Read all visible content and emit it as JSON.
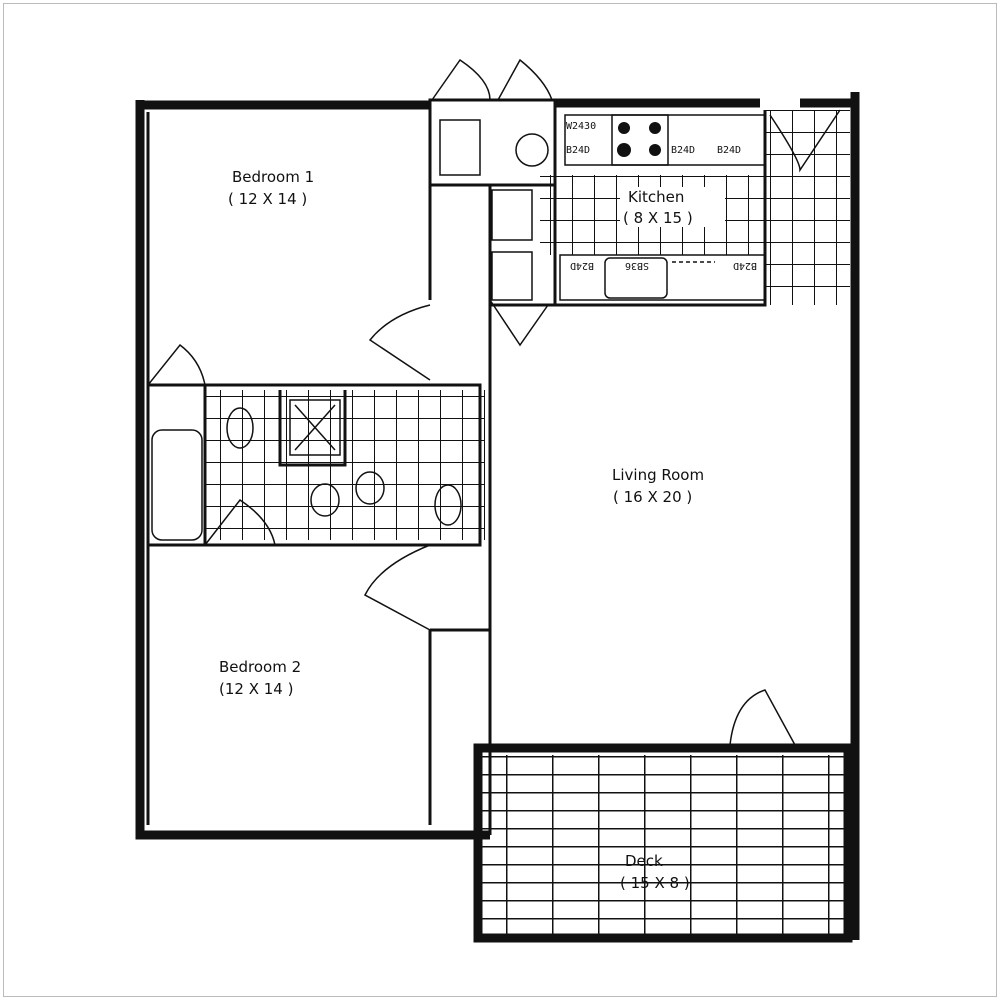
{
  "rooms": {
    "bedroom1": {
      "name": "Bedroom 1",
      "size": "( 12 X 14 )"
    },
    "bedroom2": {
      "name": "Bedroom 2",
      "size": "(12 X 14 )"
    },
    "kitchen": {
      "name": "Kitchen",
      "size": "( 8 X 15 )"
    },
    "living": {
      "name": "Living Room",
      "size": "( 16 X 20 )"
    },
    "deck": {
      "name": "Deck",
      "size": "( 15 X 8 )"
    }
  },
  "cabinets": {
    "wall_cabinet": "W2430",
    "base1": "B24D",
    "base2": "B24D",
    "base3": "B24D",
    "lower_left": "B24D",
    "lower_right": "B24D",
    "sink": "SB36"
  },
  "colors": {
    "line": "#111111",
    "background": "#ffffff"
  }
}
